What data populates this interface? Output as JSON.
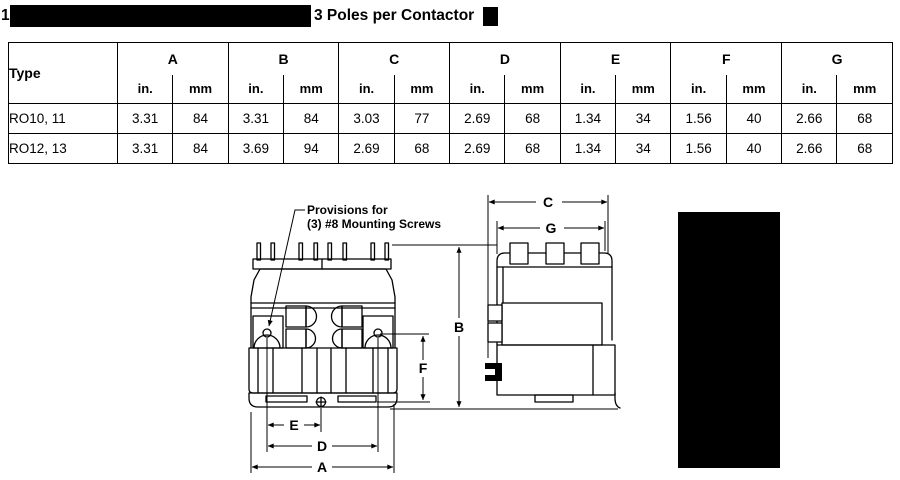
{
  "page": {
    "title_prefix": "1",
    "title": "3 Poles per Contactor"
  },
  "table": {
    "type_header": "Type",
    "dims": [
      "A",
      "B",
      "C",
      "D",
      "E",
      "F",
      "G"
    ],
    "unit_in": "in.",
    "unit_mm": "mm",
    "rows": [
      {
        "type": "RO10, 11",
        "values": [
          "3.31",
          "84",
          "3.31",
          "84",
          "3.03",
          "77",
          "2.69",
          "68",
          "1.34",
          "34",
          "1.56",
          "40",
          "2.66",
          "68"
        ]
      },
      {
        "type": "RO12, 13",
        "values": [
          "3.31",
          "84",
          "3.69",
          "94",
          "2.69",
          "68",
          "2.69",
          "68",
          "1.34",
          "34",
          "1.56",
          "40",
          "2.66",
          "68"
        ]
      }
    ]
  },
  "drawing": {
    "annotation_line1": "Provisions for",
    "annotation_line2": "(3) #8 Mounting Screws",
    "labels": {
      "A": "A",
      "B": "B",
      "C": "C",
      "D": "D",
      "E": "E",
      "F": "F",
      "G": "G"
    }
  },
  "colors": {
    "ink": "#000000",
    "background": "#ffffff"
  }
}
